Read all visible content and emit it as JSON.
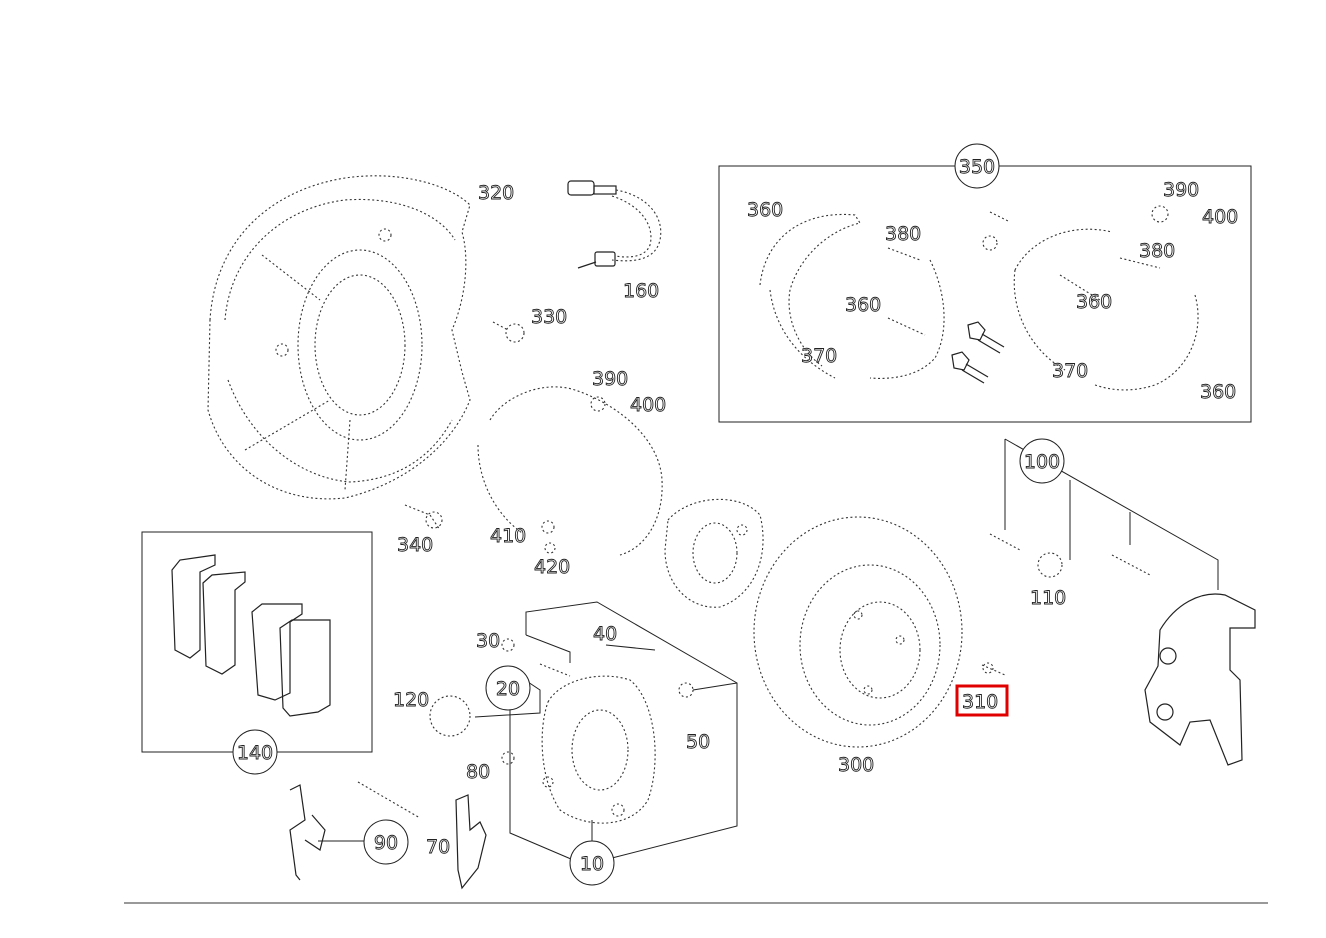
{
  "diagram": {
    "highlight_color": "#e00000",
    "line_color": "#222222",
    "selected_part": "310",
    "callouts": {
      "c10": "10",
      "c20": "20",
      "c90": "90",
      "c100": "100",
      "c140": "140",
      "c350": "350"
    },
    "labels": {
      "l30": "30",
      "l40": "40",
      "l50": "50",
      "l70": "70",
      "l80": "80",
      "l110": "110",
      "l120": "120",
      "l160": "160",
      "l300": "300",
      "l310": "310",
      "l320": "320",
      "l330": "330",
      "l340": "340",
      "l360a": "360",
      "l360b": "360",
      "l360c": "360",
      "l360d": "360",
      "l370a": "370",
      "l370b": "370",
      "l380a": "380",
      "l380b": "380",
      "l390a": "390",
      "l390b": "390",
      "l400a": "400",
      "l400b": "400",
      "l410": "410",
      "l420": "420"
    }
  }
}
